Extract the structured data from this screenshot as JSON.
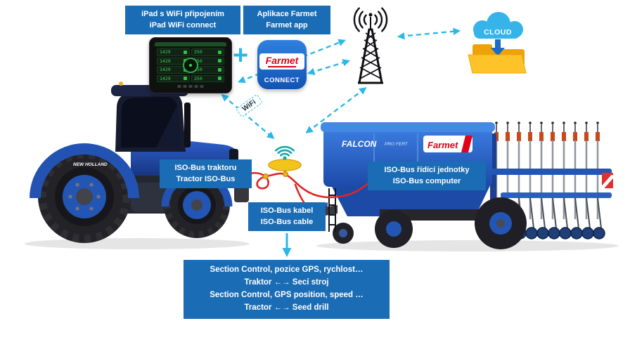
{
  "colors": {
    "label_blue": "#1a6cb5",
    "arrow_cyan": "#2bb7e8",
    "farmet_red": "#e2001a",
    "cloud_blue": "#36b3e9",
    "folder_yellow": "#ffc32a",
    "machine_blue": "#2356b4",
    "receiver_teal": "#16a8a8"
  },
  "top": {
    "ipad_label": {
      "line1": "iPad s WiFi připojením",
      "line2": "iPad WiFi connect"
    },
    "app_label": {
      "line1": "Aplikace Farmet",
      "line2": "Farmet app"
    },
    "plus": "+",
    "app_icon": {
      "brand": "Farmet",
      "name": "CONNECT"
    },
    "cloud_label": "CLOUD",
    "wifi_tag": "WiFi"
  },
  "tablet": {
    "rows": [
      {
        "left": "1429",
        "right": "250"
      },
      {
        "left": "1429",
        "right": "250"
      },
      {
        "left": "1429",
        "right": "250"
      },
      {
        "left": "1429",
        "right": "250"
      }
    ]
  },
  "machines": {
    "tractor_brand": "NEW HOLLAND",
    "drill_model": "FALCON",
    "drill_model_suffix": "PRO FERT",
    "drill_brand": "Farmet"
  },
  "boxes": {
    "tractor_isobus": {
      "line1": "ISO-Bus traktoru",
      "line2": "Tractor ISO-Bus"
    },
    "drill_isobus": {
      "line1": "ISO-Bus řídící jednotky",
      "line2": "ISO-Bus computer"
    },
    "cable": {
      "line1": "ISO-Bus kabel",
      "line2": "ISO-Bus cable"
    },
    "summary": {
      "line1": "Section Control, pozice GPS, rychlost…",
      "line2": "Traktor ←→ Secí stroj",
      "line3": "Section Control, GPS position, speed …",
      "line4": "Tractor ←→ Seed drill"
    }
  }
}
